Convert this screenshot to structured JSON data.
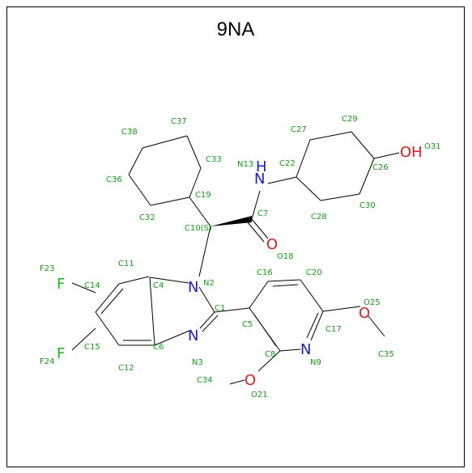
{
  "title": "9NA",
  "colors": {
    "carbon_label": "#11a011",
    "nitrogen": "#1a1ae6",
    "oxygen": "#e61a1a",
    "fluorine": "#11bb11",
    "bond": "#000000"
  },
  "elements": [
    {
      "id": "n13",
      "text": "N",
      "sub": "H",
      "color": "nitrogen"
    },
    {
      "id": "n2",
      "text": "N",
      "sub": "",
      "color": "nitrogen"
    },
    {
      "id": "n3",
      "text": "N",
      "sub": "",
      "color": "nitrogen"
    },
    {
      "id": "n9",
      "text": "N",
      "sub": "",
      "color": "nitrogen"
    },
    {
      "id": "o18",
      "text": "O",
      "sub": "",
      "color": "oxygen"
    },
    {
      "id": "o31",
      "text": "OH",
      "sub": "",
      "color": "oxygen"
    },
    {
      "id": "o25",
      "text": "O",
      "sub": "",
      "color": "oxygen"
    },
    {
      "id": "o21",
      "text": "O",
      "sub": "",
      "color": "oxygen"
    },
    {
      "id": "f23",
      "text": "F",
      "sub": "",
      "color": "fluorine"
    },
    {
      "id": "f24",
      "text": "F",
      "sub": "",
      "color": "fluorine"
    }
  ],
  "atom_labels": [
    {
      "id": "l-c37",
      "text": "C37"
    },
    {
      "id": "l-c38",
      "text": "C38"
    },
    {
      "id": "l-c33",
      "text": "C33"
    },
    {
      "id": "l-c36",
      "text": "C36"
    },
    {
      "id": "l-c19",
      "text": "C19"
    },
    {
      "id": "l-c32",
      "text": "C32"
    },
    {
      "id": "l-c10",
      "text": "C10(S)"
    },
    {
      "id": "l-c7",
      "text": "C7"
    },
    {
      "id": "l-n13",
      "text": "N13"
    },
    {
      "id": "l-c22",
      "text": "C22"
    },
    {
      "id": "l-c27",
      "text": "C27"
    },
    {
      "id": "l-c29",
      "text": "C29"
    },
    {
      "id": "l-c26",
      "text": "C26"
    },
    {
      "id": "l-c28",
      "text": "C28"
    },
    {
      "id": "l-c30",
      "text": "C30"
    },
    {
      "id": "l-o31",
      "text": "O31"
    },
    {
      "id": "l-o18",
      "text": "O18"
    },
    {
      "id": "l-c11",
      "text": "C11"
    },
    {
      "id": "l-f23",
      "text": "F23"
    },
    {
      "id": "l-c14",
      "text": "C14"
    },
    {
      "id": "l-c4",
      "text": "C4"
    },
    {
      "id": "l-n2",
      "text": "N2"
    },
    {
      "id": "l-c16",
      "text": "C16"
    },
    {
      "id": "l-c20",
      "text": "C20"
    },
    {
      "id": "l-c1",
      "text": "C1"
    },
    {
      "id": "l-c5",
      "text": "C5"
    },
    {
      "id": "l-o25",
      "text": "O25"
    },
    {
      "id": "l-c17",
      "text": "C17"
    },
    {
      "id": "l-c15",
      "text": "C15"
    },
    {
      "id": "l-c6",
      "text": "C6"
    },
    {
      "id": "l-f24",
      "text": "F24"
    },
    {
      "id": "l-c12",
      "text": "C12"
    },
    {
      "id": "l-n3",
      "text": "N3"
    },
    {
      "id": "l-c8",
      "text": "C8"
    },
    {
      "id": "l-n9",
      "text": "N9"
    },
    {
      "id": "l-c35",
      "text": "C35"
    },
    {
      "id": "l-c34",
      "text": "C34"
    },
    {
      "id": "l-o21",
      "text": "O21"
    }
  ]
}
